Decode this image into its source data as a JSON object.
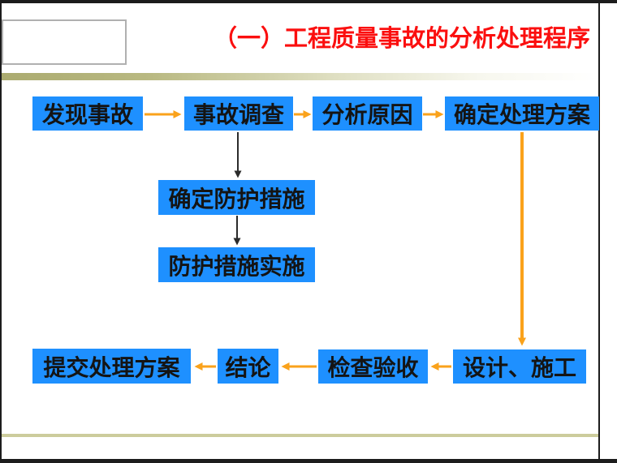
{
  "slide": {
    "title": "（一）工程质量事故的分析处理程序",
    "colors": {
      "title_red": "#fb0f0f",
      "node_blue": "#1e90ff",
      "arrow_orange": "#faa21b",
      "arrow_dark": "#2b2b2b",
      "divider_olive": "#abab70",
      "footer_olive": "#cccc9c"
    }
  },
  "flowchart": {
    "nodes": [
      {
        "id": "discover-accident",
        "label": "发现事故"
      },
      {
        "id": "accident-investigation",
        "label": "事故调查"
      },
      {
        "id": "analyze-cause",
        "label": "分析原因"
      },
      {
        "id": "determine-treatment-plan",
        "label": "确定处理方案"
      },
      {
        "id": "determine-protective-measures",
        "label": "确定防护措施"
      },
      {
        "id": "implement-protective-measures",
        "label": "防护措施实施"
      },
      {
        "id": "design-construction",
        "label": "设计、施工"
      },
      {
        "id": "inspection-acceptance",
        "label": "检查验收"
      },
      {
        "id": "conclusion",
        "label": "结论"
      },
      {
        "id": "submit-treatment-plan",
        "label": "提交处理方案"
      }
    ],
    "edges": [
      {
        "from": "discover-accident",
        "to": "accident-investigation",
        "color": "orange"
      },
      {
        "from": "accident-investigation",
        "to": "analyze-cause",
        "color": "orange"
      },
      {
        "from": "analyze-cause",
        "to": "determine-treatment-plan",
        "color": "orange"
      },
      {
        "from": "accident-investigation",
        "to": "determine-protective-measures",
        "color": "black"
      },
      {
        "from": "determine-protective-measures",
        "to": "implement-protective-measures",
        "color": "black"
      },
      {
        "from": "determine-treatment-plan",
        "to": "design-construction",
        "color": "orange"
      },
      {
        "from": "design-construction",
        "to": "inspection-acceptance",
        "color": "orange"
      },
      {
        "from": "inspection-acceptance",
        "to": "conclusion",
        "color": "orange"
      },
      {
        "from": "conclusion",
        "to": "submit-treatment-plan",
        "color": "orange"
      }
    ]
  }
}
